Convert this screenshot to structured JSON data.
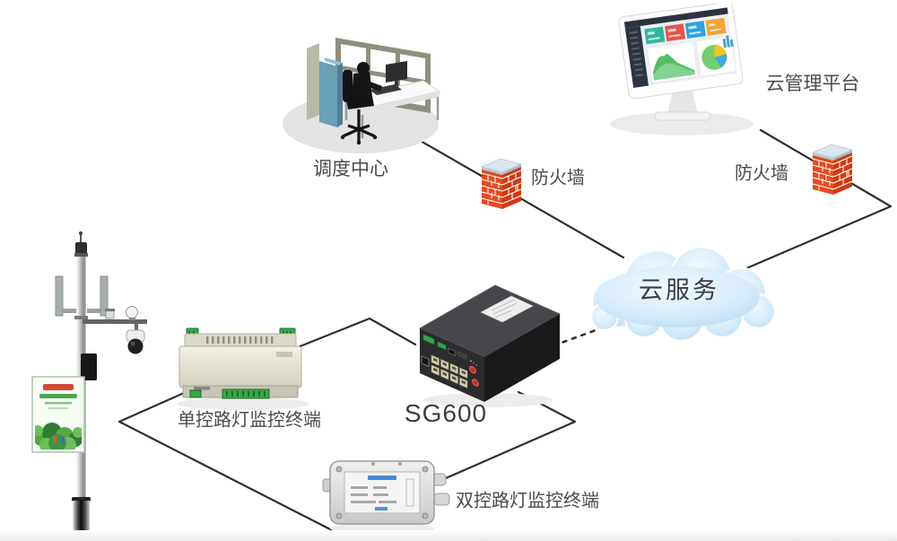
{
  "labels": {
    "dispatch": "调度中心",
    "cloud_platform": "云管理平台",
    "firewall_left": "防火墙",
    "firewall_right": "防火墙",
    "cloud_service": "云服务",
    "gateway_model": "SG600",
    "single_terminal": "单控路灯监控终端",
    "dual_terminal": "双控路灯监控终端"
  },
  "colors": {
    "connector_line": "#2f2f2f",
    "label_text": "#4b4b4b",
    "firewall_brick": "#e8491f",
    "firewall_top": "#d9e6ee",
    "cloud_fill": "#cfe8f8",
    "gateway_body": "#2c2c2e",
    "terminal_body": "#e6e4d6",
    "dashboard_cards": [
      "#2fb8a0",
      "#e65348",
      "#2ba6df",
      "#f7a233"
    ]
  }
}
